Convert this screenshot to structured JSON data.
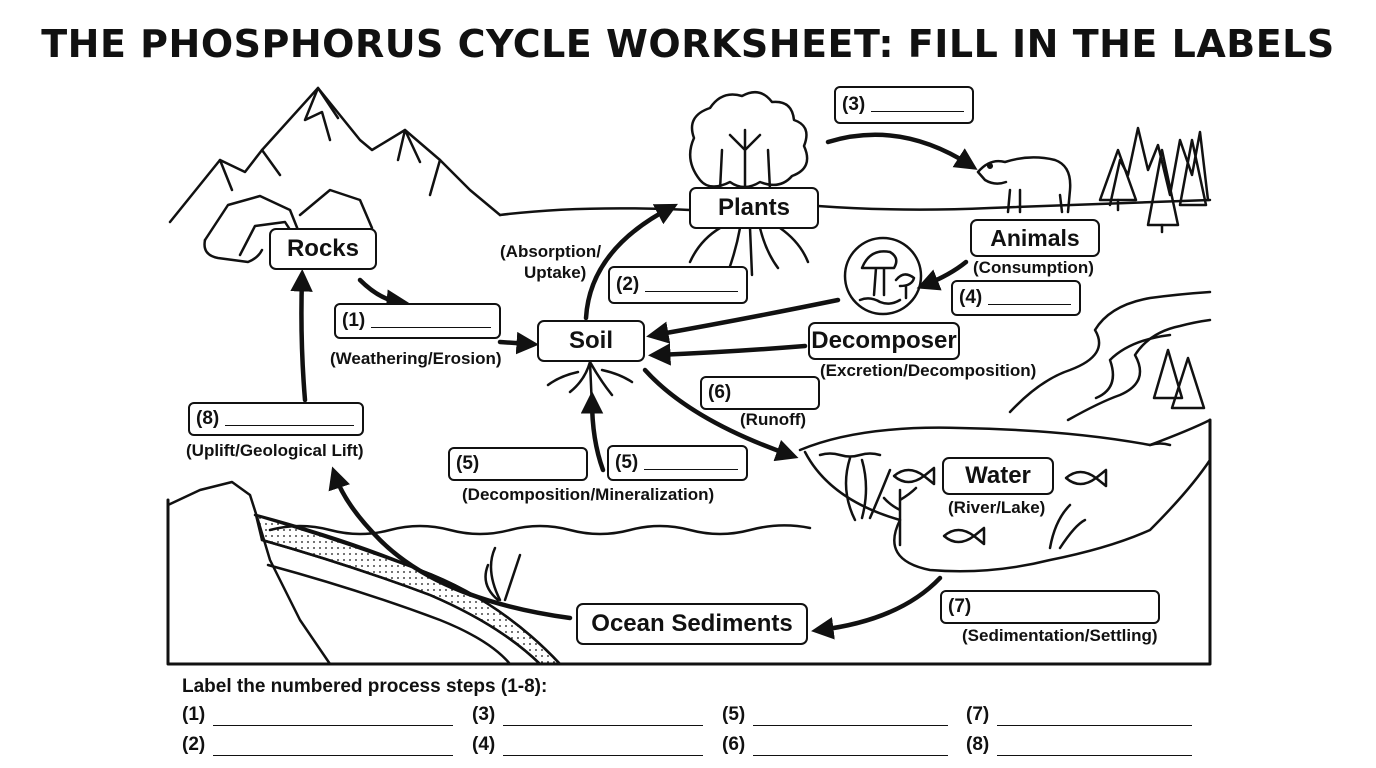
{
  "title": "THE PHOSPHORUS CYCLE WORKSHEET: FILL IN THE LABELS",
  "nodes": {
    "rocks": "Rocks",
    "plants": "Plants",
    "soil": "Soil",
    "animals": "Animals",
    "decomposer": "Decomposer",
    "water": "Water",
    "ocean_sediments": "Ocean Sediments"
  },
  "blanks": {
    "b1": "(1)",
    "b2": "(2)",
    "b3": "(3)",
    "b4": "(4)",
    "b5a": "(5)",
    "b5b": "(5)",
    "b6": "(6)",
    "b7": "(7)",
    "b8": "(8)"
  },
  "captions": {
    "weathering": "(Weathering/Erosion)",
    "absorption_line1": "(Absorption/",
    "absorption_line2": "Uptake)",
    "consumption": "(Consumption)",
    "excretion": "(Excretion/Decomposition)",
    "runoff": "(Runoff)",
    "decomposition": "(Decomposition/Mineralization)",
    "uplift": "(Uplift/Geological Lift)",
    "river_lake": "(River/Lake)",
    "sedimentation": "(Sedimentation/Settling)"
  },
  "answer_section": {
    "instruction": "Label the numbered process steps (1-8):",
    "items": [
      "(1)",
      "(2)",
      "(3)",
      "(4)",
      "(5)",
      "(6)",
      "(7)",
      "(8)"
    ]
  }
}
